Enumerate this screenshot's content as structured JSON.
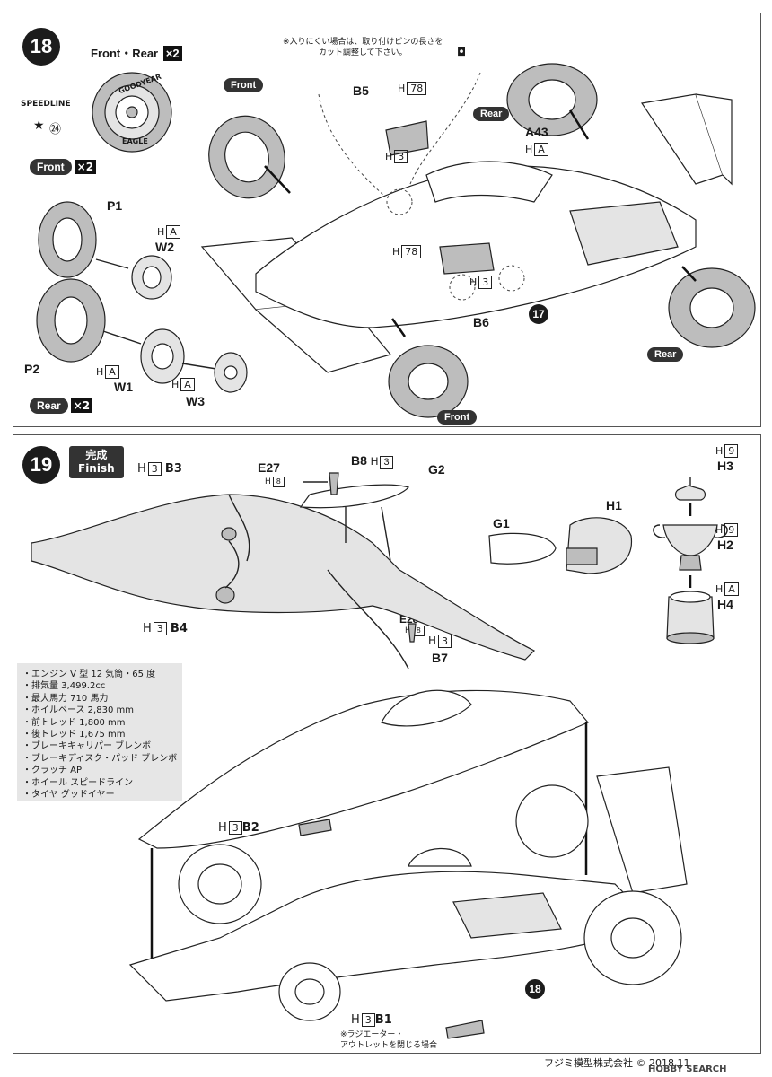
{
  "step18": {
    "number": "18",
    "front_rear_label": "Front・Rear",
    "x2": "×2",
    "speedline_label": "SPEEDLINE",
    "sticker_num": "㉔",
    "tire_brand_top": "GOODYEAR",
    "tire_brand_bottom": "EAGLE",
    "front_label": "Front",
    "rear_label": "Rear",
    "parts": {
      "P1": "P1",
      "P2": "P2",
      "W1": "W1",
      "W2": "W2",
      "W3": "W3",
      "B5": "B5",
      "B6": "B6",
      "A43": "A43",
      "H78a": "78",
      "H78b": "78",
      "H3a": "3",
      "H3b": "3",
      "HA": "A",
      "H": "H"
    },
    "note": "※入りにくい場合は、取り付けピンの長さを\nカット調整して下さい。",
    "ref_step": "17"
  },
  "step19": {
    "number": "19",
    "finish_jp": "完成",
    "finish_en": "Finish",
    "parts": {
      "B3": "B3",
      "B4": "B4",
      "B8": "B8",
      "B7": "B7",
      "E27": "E27",
      "E28": "E28",
      "G1": "G1",
      "G2": "G2",
      "H1": "H1",
      "H2": "H2",
      "H3": "H3",
      "H4": "H4",
      "B1": "B1",
      "B2": "B2",
      "n3": "3",
      "n8": "8",
      "n9": "9",
      "nA": "A"
    },
    "specs": [
      "・エンジン V 型 12 気筒・65 度",
      "・排気量 3,499.2cc",
      "・最大馬力 710 馬力",
      "・ホイルベース 2,830 mm",
      "・前トレッド 1,800 mm",
      "・後トレッド 1,675 mm",
      "・ブレーキキャリパー ブレンボ",
      "・ブレーキディスク・パッド ブレンボ",
      "・クラッチ AP",
      "・ホイール スピードライン",
      "・タイヤ グッドイヤー"
    ],
    "b1_note": "※ラジエーター・\nアウトレットを閉じる場合",
    "ref_step": "18"
  },
  "footer": {
    "company": "フジミ模型株式会社",
    "copyright": "© 2018.11",
    "watermark": "HOBBY SEARCH"
  }
}
